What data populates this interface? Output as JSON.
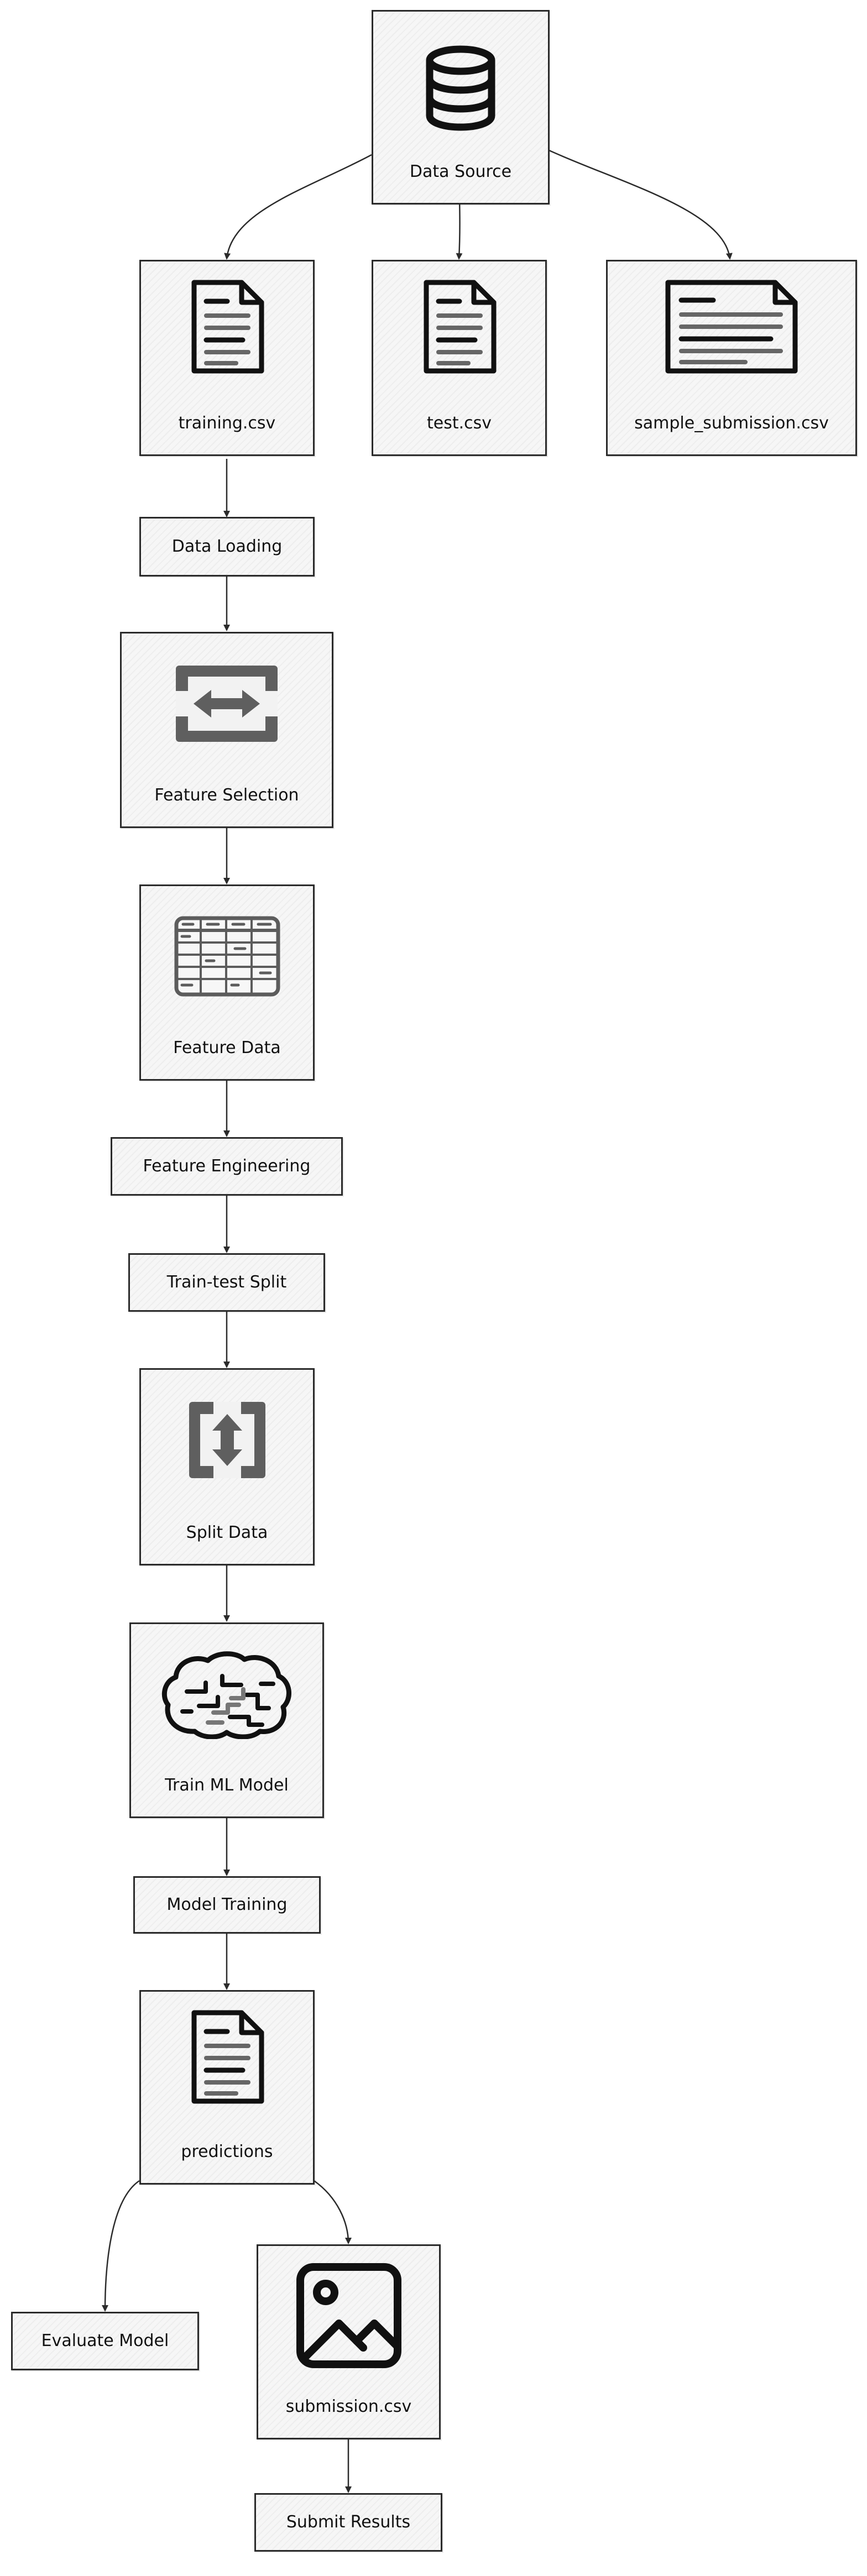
{
  "nodes": {
    "data_source": "Data Source",
    "training_csv": "training.csv",
    "test_csv": "test.csv",
    "sample_submission_csv": "sample_submission.csv",
    "data_loading": "Data Loading",
    "feature_selection": "Feature Selection",
    "feature_data": "Feature Data",
    "feature_engineering": "Feature Engineering",
    "train_test_split": "Train-test Split",
    "split_data": "Split Data",
    "train_ml_model": "Train ML Model",
    "model_training": "Model Training",
    "predictions": "predictions",
    "evaluate_model": "Evaluate Model",
    "submission_csv": "submission.csv",
    "submit_results": "Submit Results"
  },
  "icons": {
    "data_source": "database-icon",
    "training_csv": "document-icon",
    "test_csv": "document-icon",
    "sample_submission_csv": "document-icon",
    "feature_selection": "horizontal-arrows-icon",
    "feature_data": "table-grid-icon",
    "split_data": "vertical-arrows-icon",
    "train_ml_model": "brain-icon",
    "predictions": "document-icon",
    "submission_csv": "image-icon"
  },
  "colors": {
    "stroke": "#2b2b2b",
    "icon_dark": "#111111",
    "icon_gray": "#666666",
    "node_fill": "#f6f6f6"
  }
}
